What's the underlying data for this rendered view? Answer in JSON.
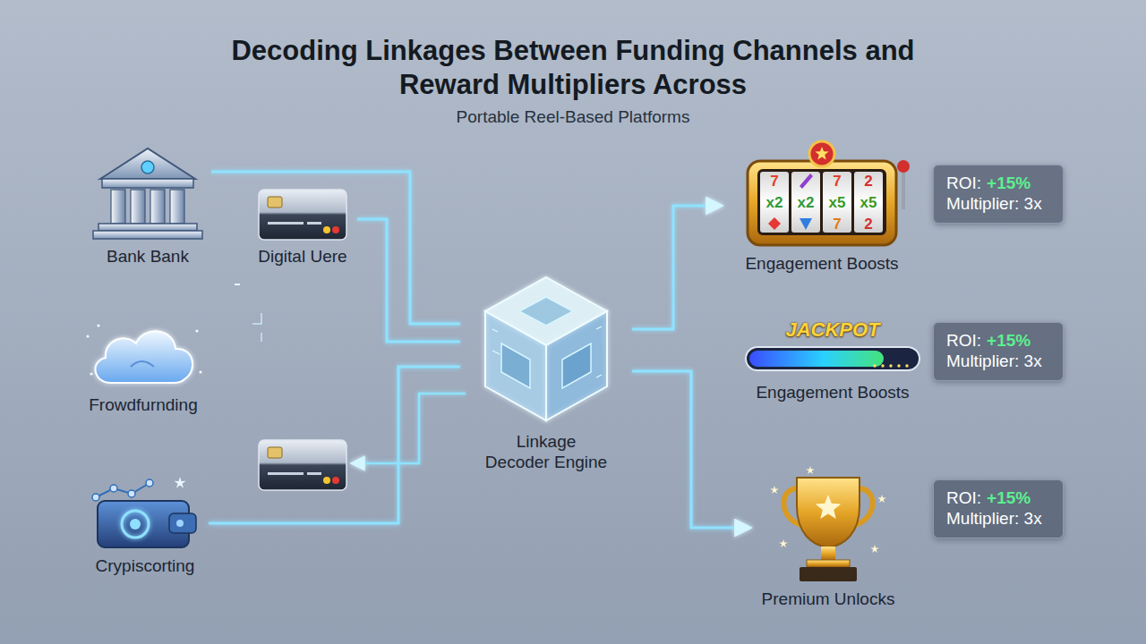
{
  "diagram": {
    "title": "Decoding Linkages Between Funding Channels and Reward Multipliers Across",
    "nodes": [
      {
        "text": [
          "Bank Bank"
        ]
      },
      {
        "text": [
          "Digital Uere"
        ]
      },
      {
        "text": [
          "Frowdfurnding"
        ]
      },
      {
        "text": [
          "Crypiscorting"
        ]
      },
      {
        "text": [
          "Linkage Decoder Engine"
        ]
      },
      {
        "text": [
          "Engagement Boosts"
        ]
      },
      {
        "text": [
          "ROI:",
          "+15%",
          "Multiplier: 3x"
        ]
      },
      {
        "text": [
          "JACKPOT",
          "Engagement Boosts"
        ]
      },
      {
        "text": [
          "ROI:",
          "+15%",
          "Multiplier: 3x"
        ]
      },
      {
        "text": [
          "Premium Unlocks"
        ]
      },
      {
        "text": [
          "ROI:",
          "+15%",
          "Multiplier: 3x"
        ]
      }
    ],
    "edges": [
      {
        "from": 0,
        "to": 4,
        "arrow": "none"
      },
      {
        "from": 1,
        "to": 4,
        "arrow": "none"
      },
      {
        "from": 4,
        "to": 2,
        "arrow": "to"
      },
      {
        "from": 3,
        "to": 4,
        "arrow": "none"
      },
      {
        "from": 4,
        "to": 5,
        "arrow": "to"
      },
      {
        "from": 4,
        "to": 7,
        "arrow": "to"
      },
      {
        "from": 4,
        "to": 9,
        "arrow": "to"
      }
    ],
    "labels": [
      "Portable Reel-Based Platforms",
      "7",
      "7",
      "2",
      "x2",
      "x2",
      "x5",
      "x5",
      "7",
      "2"
    ]
  }
}
